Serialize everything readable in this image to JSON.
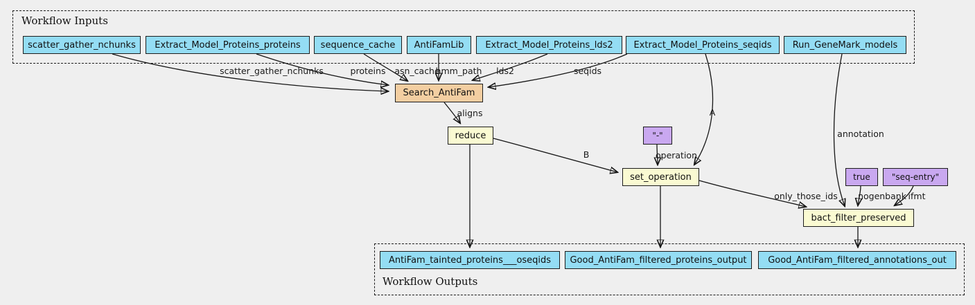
{
  "colors": {
    "background": "#efefef",
    "io_node_fill": "#94ddf4",
    "step_node_fill": "#fafad2",
    "default_value_node_fill": "#c9a8f0",
    "subworkflow_node_fill": "#f3cea1",
    "edge_color": "#151515"
  },
  "inputs_cluster": {
    "label": "Workflow Inputs",
    "nodes": [
      {
        "label": "scatter_gather_nchunks"
      },
      {
        "label": "Extract_Model_Proteins_proteins"
      },
      {
        "label": "sequence_cache"
      },
      {
        "label": "AntiFamLib"
      },
      {
        "label": "Extract_Model_Proteins_lds2"
      },
      {
        "label": "Extract_Model_Proteins_seqids"
      },
      {
        "label": "Run_GeneMark_models"
      }
    ]
  },
  "outputs_cluster": {
    "label": "Workflow Outputs",
    "nodes": [
      {
        "label": "AntiFam_tainted_proteins___oseqids"
      },
      {
        "label": "Good_AntiFam_filtered_proteins_output"
      },
      {
        "label": "Good_AntiFam_filtered_annotations_out"
      }
    ]
  },
  "steps": {
    "search_antifam": {
      "label": "Search_AntiFam"
    },
    "reduce": {
      "label": "reduce"
    },
    "set_operation": {
      "label": "set_operation"
    },
    "bact_filter_preserved": {
      "label": "bact_filter_preserved"
    }
  },
  "defaults": {
    "dash": {
      "label": "\"-\""
    },
    "true_val": {
      "label": "true"
    },
    "seq_entry": {
      "label": "\"seq-entry\""
    }
  },
  "edge_labels": {
    "scatter_gather_nchunks": "scatter_gather_nchunks",
    "proteins": "proteins",
    "asn_cache": "asn_cache",
    "hmm_path": "hmm_path",
    "lds2": "lds2",
    "seqids": "seqids",
    "aligns": "aligns",
    "a": "A",
    "b": "B",
    "operation": "operation",
    "annotation": "annotation",
    "only_those_ids": "only_those_ids",
    "nogenbank": "nogenbank",
    "ifmt": "ifmt"
  }
}
